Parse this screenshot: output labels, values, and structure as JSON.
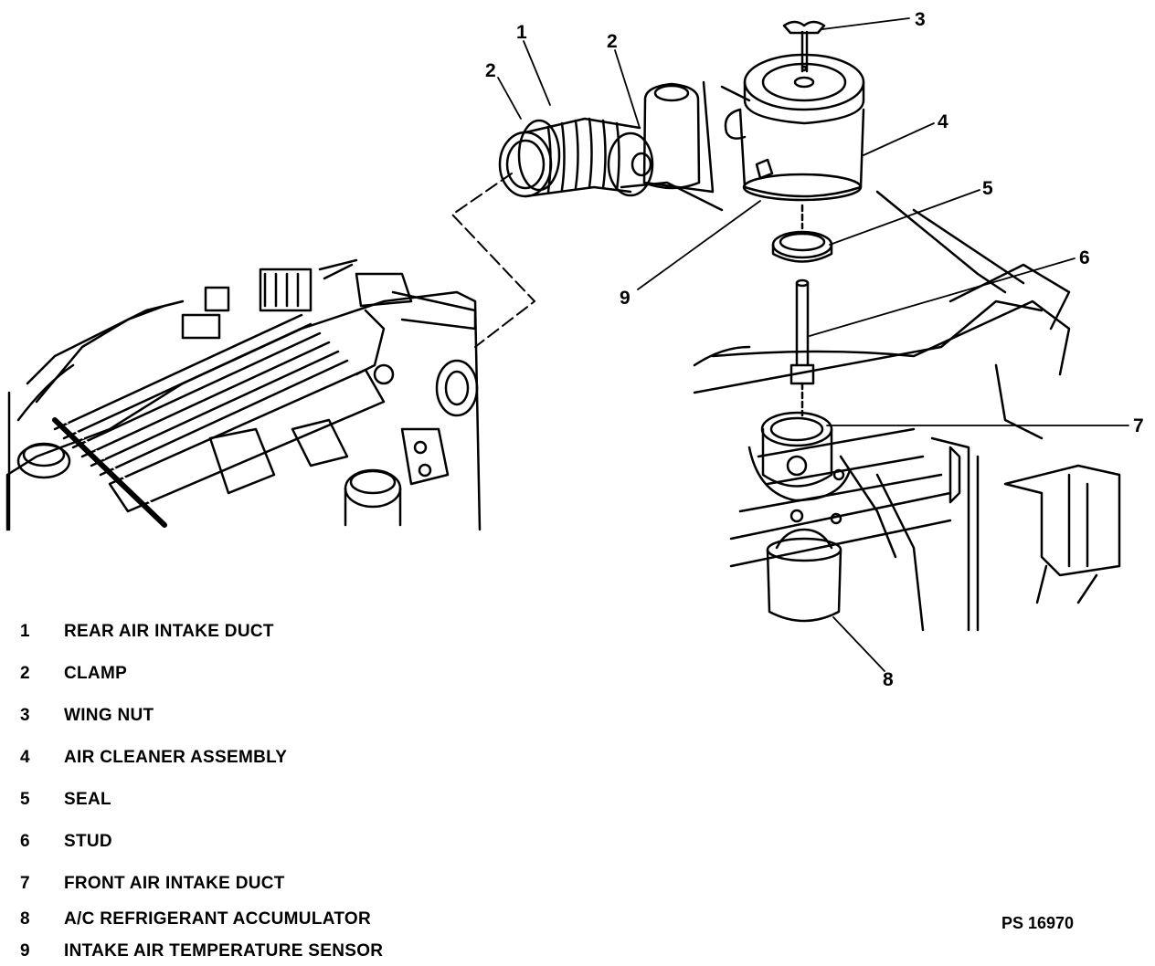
{
  "callouts": [
    "1",
    "2",
    "3",
    "4",
    "5",
    "6",
    "7",
    "8",
    "9"
  ],
  "legend": [
    {
      "num": "1",
      "text": "REAR AIR INTAKE DUCT"
    },
    {
      "num": "2",
      "text": "CLAMP"
    },
    {
      "num": "3",
      "text": "WING NUT"
    },
    {
      "num": "4",
      "text": "AIR CLEANER ASSEMBLY"
    },
    {
      "num": "5",
      "text": "SEAL"
    },
    {
      "num": "6",
      "text": "STUD"
    },
    {
      "num": "7",
      "text": "FRONT AIR INTAKE DUCT"
    },
    {
      "num": "8",
      "text": "A/C REFRIGERANT ACCUMULATOR"
    },
    {
      "num": "9",
      "text": "INTAKE AIR TEMPERATURE SENSOR"
    }
  ],
  "figure_ref": "PS 16970"
}
